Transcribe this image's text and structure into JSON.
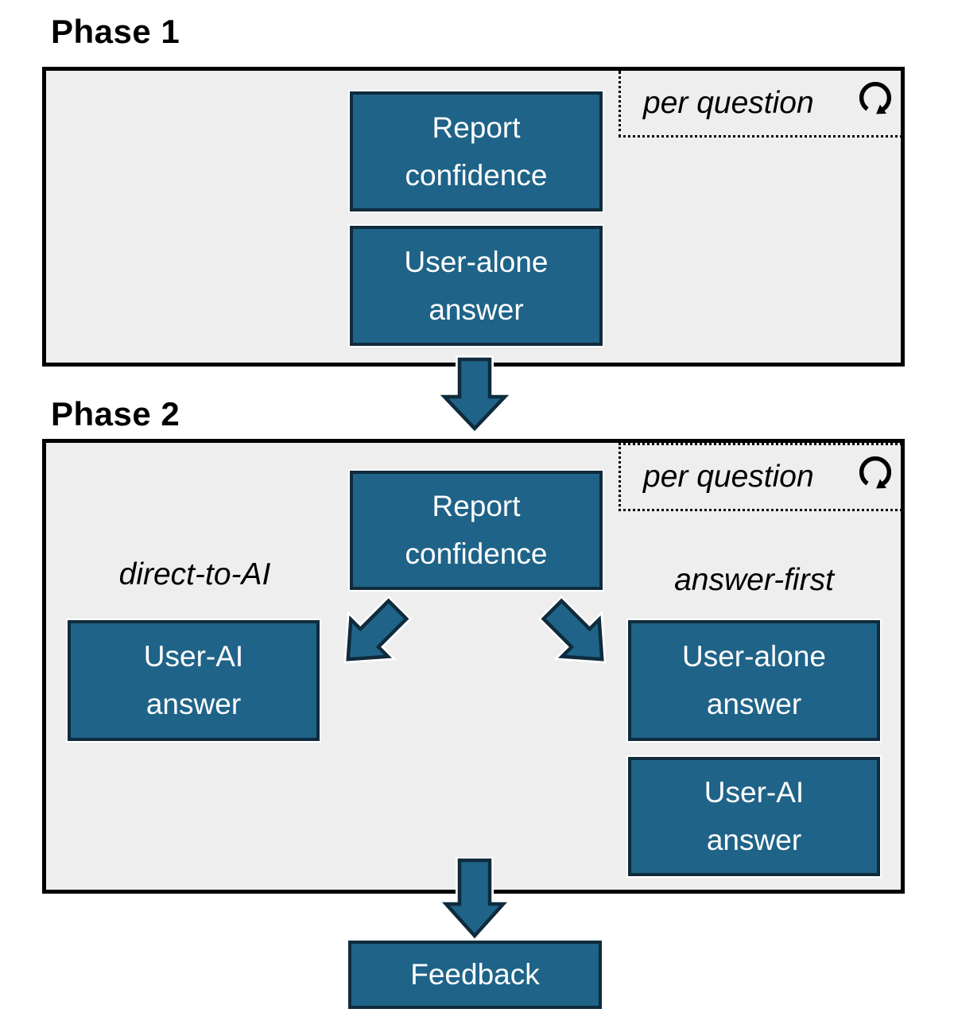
{
  "colors": {
    "accent_blue": "#1f6388",
    "border_navy": "#0f2b3c",
    "panel_gray": "#eeeeee",
    "text_black": "#000000",
    "box_text_white": "#ffffff"
  },
  "phase1": {
    "title": "Phase 1",
    "per_question_label": "per question",
    "report_confidence_box": {
      "lines": [
        "Report",
        "confidence"
      ]
    },
    "user_alone_box": {
      "lines": [
        "User-alone",
        "answer"
      ]
    }
  },
  "phase2": {
    "title": "Phase 2",
    "per_question_label": "per question",
    "report_confidence_box": {
      "lines": [
        "Report",
        "confidence"
      ]
    },
    "left_branch": {
      "label": "direct-to-AI",
      "user_ai_box": {
        "lines": [
          "User-AI",
          "answer"
        ]
      }
    },
    "right_branch": {
      "label": "answer-first",
      "user_alone_box": {
        "lines": [
          "User-alone",
          "answer"
        ]
      },
      "user_ai_box": {
        "lines": [
          "User-AI",
          "answer"
        ]
      }
    }
  },
  "feedback_box": {
    "lines": [
      "Feedback"
    ]
  }
}
